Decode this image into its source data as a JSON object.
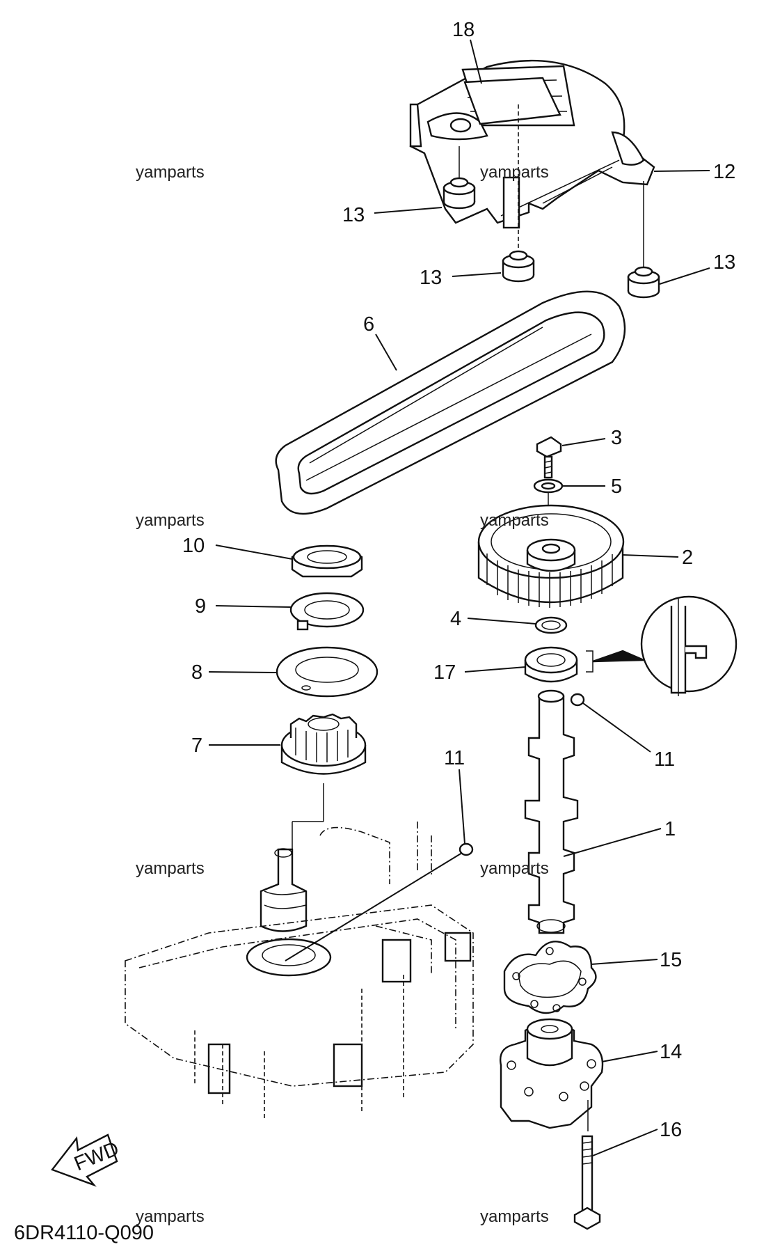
{
  "diagram_code": "6DR4110-Q090",
  "watermark": "yamparts",
  "fwd_label": "FWD",
  "callouts": {
    "c1": "1",
    "c2": "2",
    "c3": "3",
    "c4": "4",
    "c5": "5",
    "c6": "6",
    "c7": "7",
    "c8": "8",
    "c9": "9",
    "c10": "10",
    "c11a": "11",
    "c11b": "11",
    "c12": "12",
    "c13a": "13",
    "c13b": "13",
    "c13c": "13",
    "c14": "14",
    "c15": "15",
    "c16": "16",
    "c17": "17",
    "c18": "18"
  }
}
